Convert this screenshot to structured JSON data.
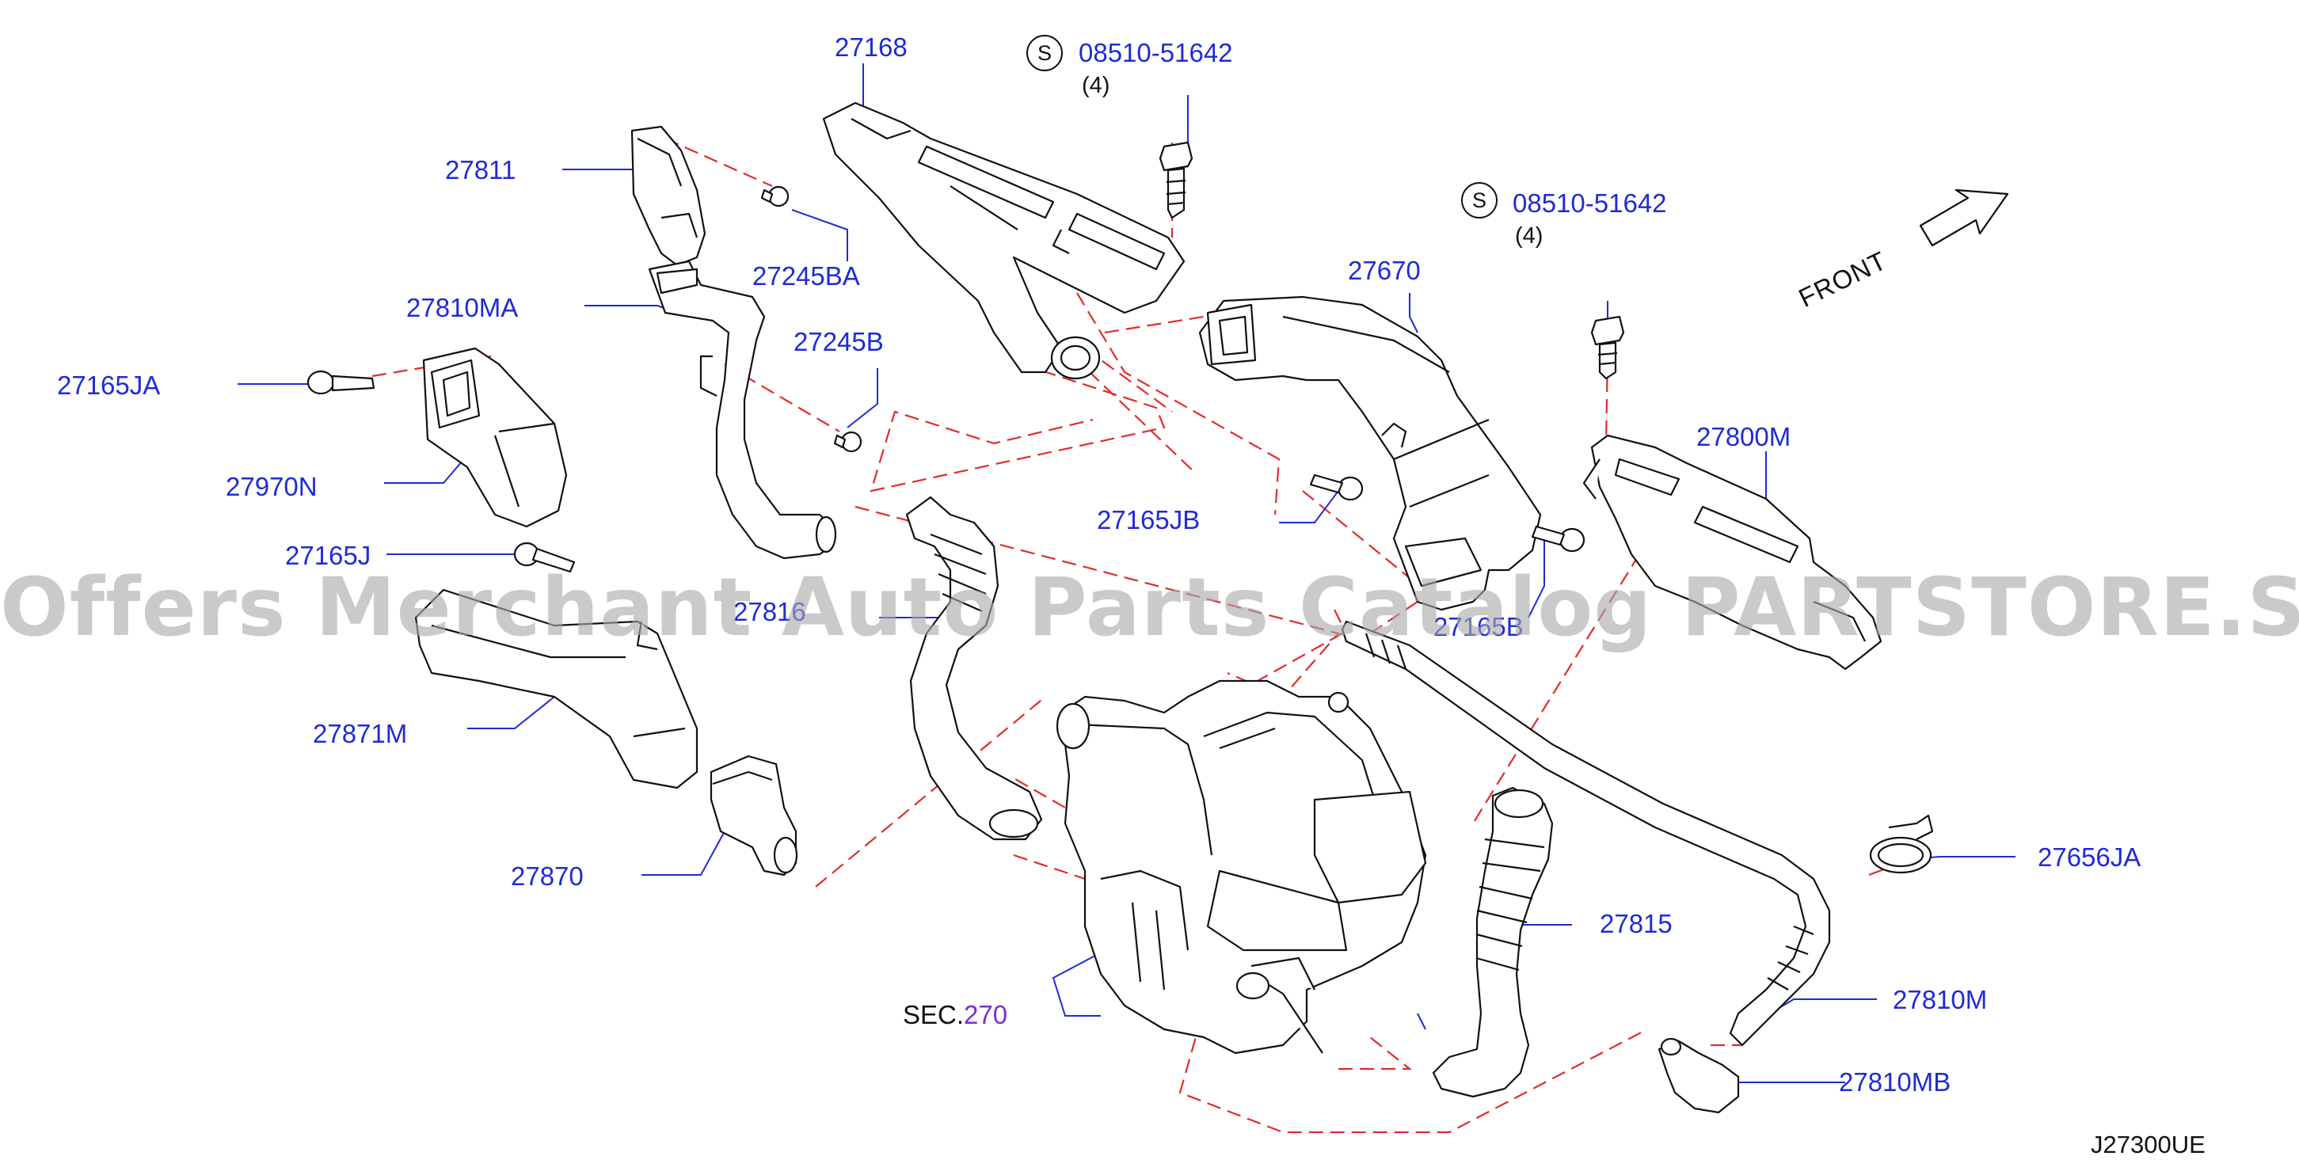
{
  "parts": {
    "p27168": "27168",
    "p27811": "27811",
    "p27245BA": "27245BA",
    "p27810MA": "27810MA",
    "p27245B": "27245B",
    "p27165JA": "27165JA",
    "p27970N": "27970N",
    "p27165J": "27165J",
    "p27816": "27816",
    "p27871M": "27871M",
    "p27870": "27870",
    "p27670": "27670",
    "p27165JB": "27165JB",
    "p27165B": "27165B",
    "p27800M": "27800M",
    "p27656JA": "27656JA",
    "p27815": "27815",
    "p27810M": "27810M",
    "p27810MB": "27810MB"
  },
  "bolts": {
    "top_part": "08510-51642",
    "top_qty": "(4)",
    "right_part": "08510-51642",
    "right_qty": "(4)",
    "symbol": "S"
  },
  "sec_ref": {
    "prefix": "SEC.",
    "number": "270"
  },
  "front_label": "FRONT",
  "diagram_code": "J27300UE",
  "watermark": "Offers Merchant Auto Parts Catalog PARTSTORE.SA",
  "colors": {
    "label": "#1f2bd6",
    "leader": "#1f2bd6",
    "dashed": "#e32b2b",
    "outline": "#111111",
    "sec_number": "#7a2fd0"
  }
}
